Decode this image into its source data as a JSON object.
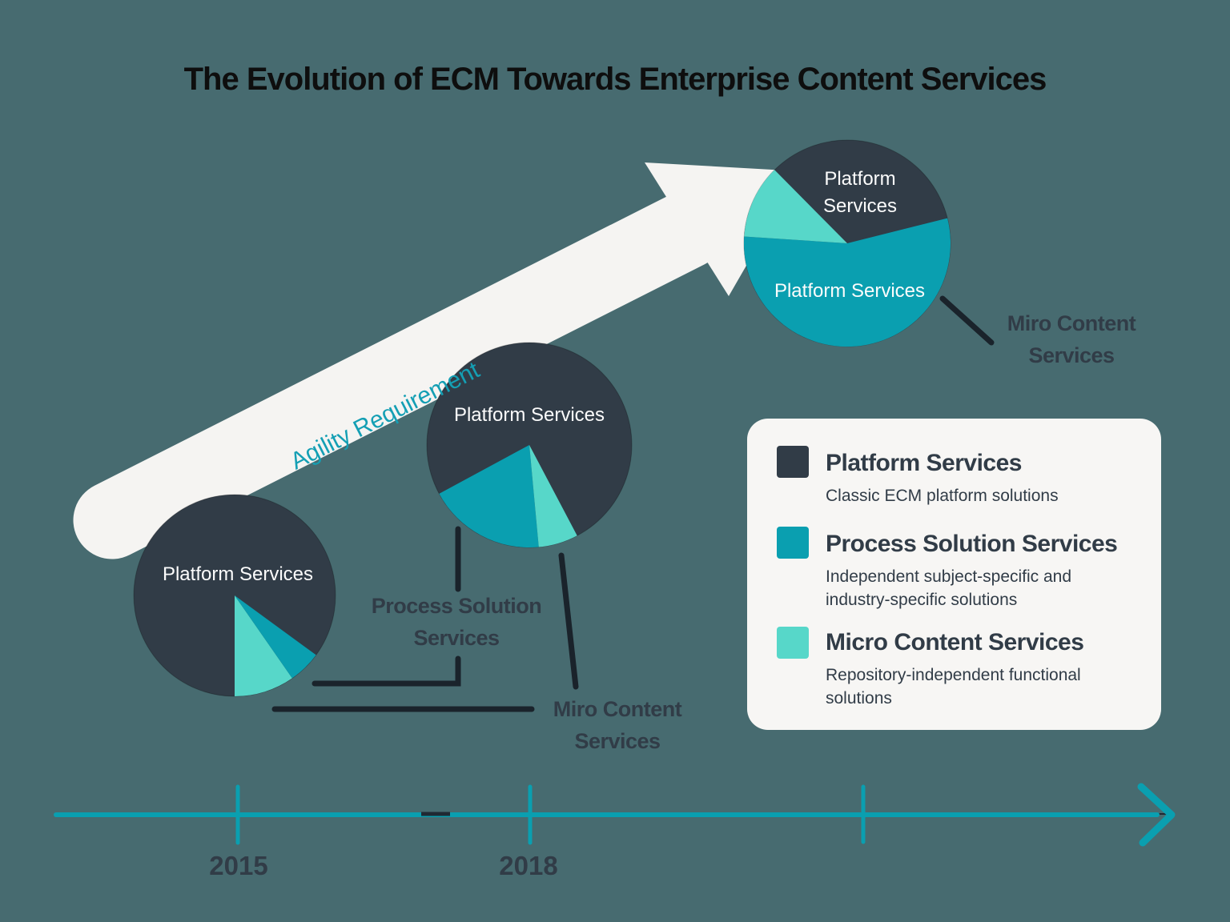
{
  "title": "The Evolution of ECM Towards Enterprise Content Services",
  "arrow": {
    "label": "Agility Requirement"
  },
  "pies": {
    "y2015": {
      "platform_label": "Platform Services"
    },
    "y2018": {
      "platform_label": "Platform Services"
    },
    "future": {
      "platform_label_line1": "Platform",
      "platform_label_line2": "Services",
      "teal_label": "Platform Services"
    }
  },
  "annotations": {
    "process_solution": {
      "line1": "Process Solution",
      "line2": "Services"
    },
    "miro_bottom": {
      "line1": "Miro Content",
      "line2": "Services"
    },
    "miro_top": {
      "line1": "Miro Content",
      "line2": "Services"
    }
  },
  "timeline": {
    "year_left": "2015",
    "year_right": "2018"
  },
  "legend": {
    "items": [
      {
        "title": "Platform Services",
        "desc": "Classic ECM platform solutions",
        "color": "#313C47"
      },
      {
        "title": "Process Solution Services",
        "desc": "Independent subject-specific and industry-specific solutions",
        "color": "#0A9FB0"
      },
      {
        "title": "Micro Content Services",
        "desc": "Repository-independent functional solutions",
        "color": "#57D7C9"
      }
    ]
  },
  "colors": {
    "background": "#476B70",
    "platform_dark": "#313C47",
    "process_teal": "#0A9FB0",
    "micro_mint": "#57D7C9",
    "arrow_white": "#F5F4F2",
    "legend_card": "#F7F6F4",
    "agility_text": "#149FB4",
    "annotation_text": "#313C47",
    "connector_black": "#1A232B",
    "title_text": "#0E0E0E"
  },
  "chart_data": [
    {
      "type": "pie",
      "title": "ECM mix 2015",
      "categories": [
        "Platform Services",
        "Process Solution Services",
        "Micro Content Services"
      ],
      "values": [
        85,
        5.3,
        9.7
      ],
      "unit": "percent (estimated from slice angles)"
    },
    {
      "type": "pie",
      "title": "ECM mix 2018",
      "categories": [
        "Platform Services",
        "Process Solution Services",
        "Micro Content Services"
      ],
      "values": [
        75.2,
        18.6,
        6.2
      ],
      "unit": "percent (estimated from slice angles)"
    },
    {
      "type": "pie",
      "title": "Future Enterprise Content Services mix",
      "categories": [
        "Platform Services",
        "Process Solution Services",
        "Micro Content Services"
      ],
      "values": [
        33.5,
        55,
        11.5
      ],
      "unit": "percent (estimated from slice angles)"
    }
  ]
}
